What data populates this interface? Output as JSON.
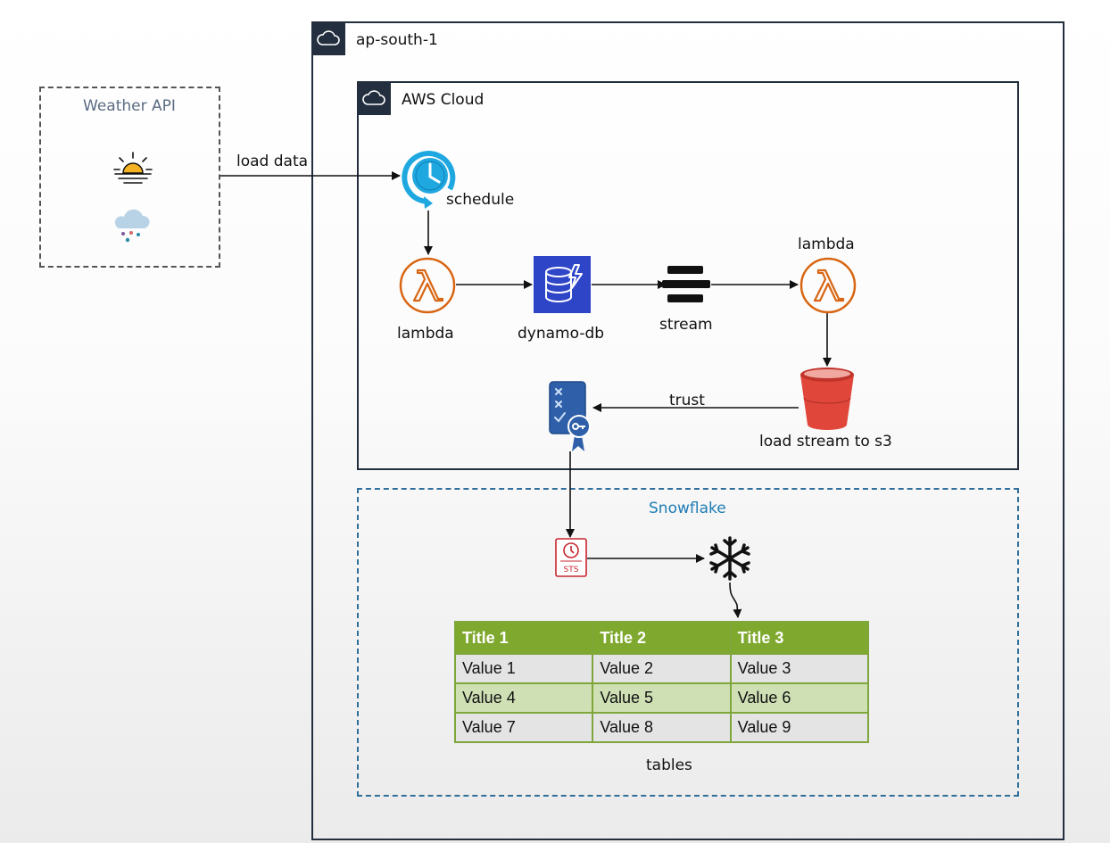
{
  "regions": {
    "outer": "ap-south-1",
    "cloud": "AWS Cloud",
    "snowflake": "Snowflake",
    "external": "Weather API"
  },
  "nodes": {
    "schedule": "schedule",
    "lambda_left": "lambda",
    "dynamodb": "dynamo-db",
    "stream": "stream",
    "lambda_right": "lambda",
    "s3": "load stream to s3",
    "tables": "tables"
  },
  "edges": {
    "load_data": "load data",
    "trust": "trust"
  },
  "sts_label": "STS",
  "table": {
    "headers": [
      "Title 1",
      "Title 2",
      "Title 3"
    ],
    "rows": [
      [
        "Value 1",
        "Value 2",
        "Value 3"
      ],
      [
        "Value 4",
        "Value 5",
        "Value 6"
      ],
      [
        "Value 7",
        "Value 8",
        "Value 9"
      ]
    ]
  },
  "colors": {
    "aws_dark": "#232f3e",
    "lambda_orange": "#d86613",
    "dynamodb_blue": "#2f45c8",
    "s3_red": "#e0473a",
    "snowflake_blue": "#1f7cb5",
    "table_header_green": "#7fa82e",
    "sts_red": "#c7262f"
  },
  "icons": [
    "cloud-icon",
    "sunrise-icon",
    "snow-cloud-icon",
    "clock-icon",
    "lambda-icon",
    "dynamodb-icon",
    "stream-icon",
    "s3-bucket-icon",
    "iam-role-icon",
    "sts-icon",
    "snowflake-icon"
  ]
}
